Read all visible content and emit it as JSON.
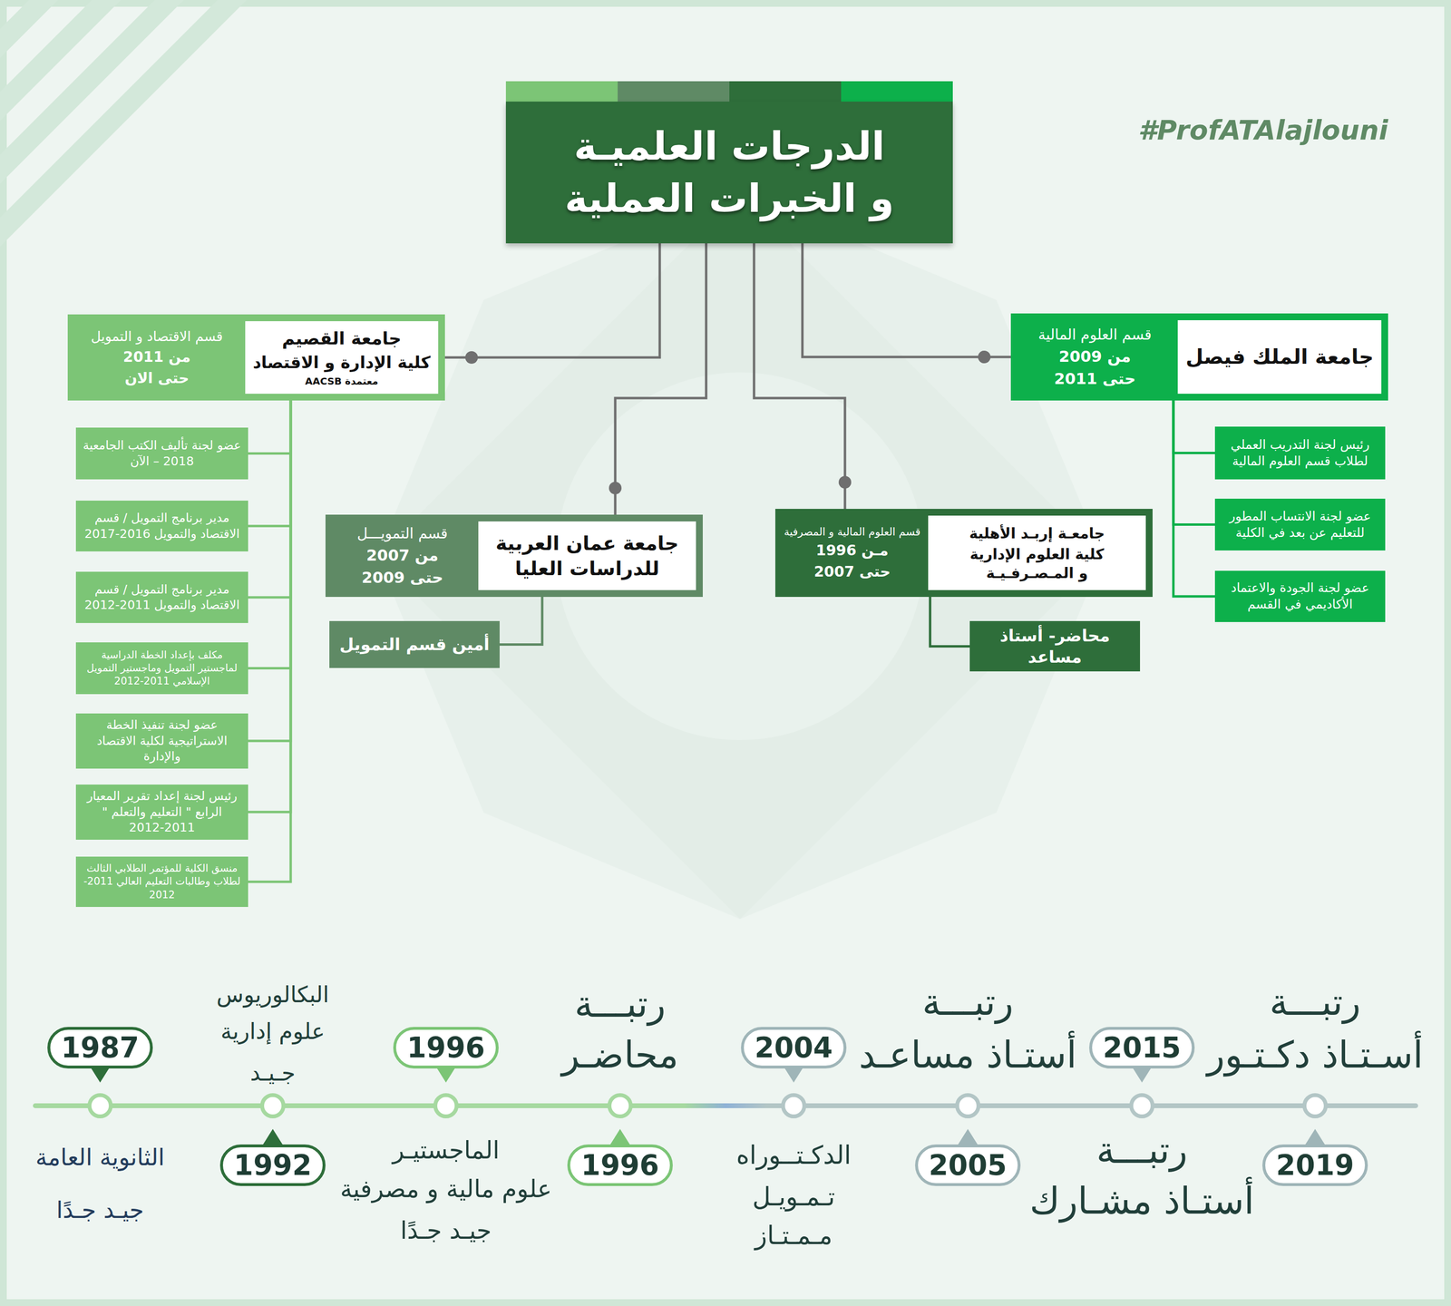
{
  "diagram": {
    "nodes": [
      {
        "text": [
          "الدرجات العلميـة و الخبرات العملية"
        ]
      },
      {
        "text": [
          "قسم العلوم المالية",
          "من 2009",
          "حتى 2011"
        ]
      },
      {
        "text": [
          "جامعة الملك فيصل"
        ],
        "in": 1
      },
      {
        "text": [
          "رئيس لجنة التدريب العملي لطلاب قسم العلوم المالية"
        ]
      },
      {
        "text": [
          "عضو لجنة الانتساب المطور للتعليم عن بعد في الكلية"
        ]
      },
      {
        "text": [
          "عضو لجنة الجودة والاعتماد الأكاديمي في القسم"
        ]
      },
      {
        "text": [
          "قسم العلوم المالية و المصرفية",
          "مـن 1996",
          "حتى 2007"
        ]
      },
      {
        "text": [
          "جامعـة إربـد الأهلية",
          "كلية العلوم الإدارية و المـصـرفـيـة"
        ],
        "in": 6
      },
      {
        "text": [
          "محاضر- أستاذ مساعد"
        ]
      },
      {
        "text": [
          "قسم التمويـــل",
          "من 2007",
          "حتى 2009"
        ]
      },
      {
        "text": [
          "جامعة عمان العربية للدراسات العليا"
        ],
        "in": 9
      },
      {
        "text": [
          "أمين قسم التمويل"
        ]
      },
      {
        "text": [
          "قسم الاقتصاد و التمويل",
          "من 2011",
          "حتى الان"
        ]
      },
      {
        "text": [
          "جامعة القصيم",
          "كلية الإدارة و الاقتصاد",
          "معتمدة AACSB"
        ],
        "in": 12
      },
      {
        "text": [
          "عضو لجنة تأليف الكتب الجامعية 2018 – الآن"
        ]
      },
      {
        "text": [
          "مدير برنامج التمويل / قسم الاقتصاد والتمويل 2016-2017"
        ]
      },
      {
        "text": [
          "مدير برنامج التمويل / قسم الاقتصاد والتمويل 2011-2012"
        ]
      },
      {
        "text": [
          "مكلف بإعداد الخطة الدراسية لماجستير التمويل وماجستير التمويل الإسلامي 2011-2012"
        ]
      },
      {
        "text": [
          "عضو لجنة تنفيذ الخطة الاستراتيجية لكلية الاقتصاد والإدارة"
        ]
      },
      {
        "text": [
          "رئيس لجنة إعداد تقرير المعيار الرابع \" التعليم والتعلم \" 2011-2012"
        ]
      },
      {
        "text": [
          "منسق الكلية للمؤتمر الطلابي الثالث لطلاب وطالبات التعليم العالي 2011-2012"
        ]
      },
      {
        "text": [
          "1987",
          "الثانوية العامة",
          "جيـد جـدًا"
        ]
      },
      {
        "text": [
          "1992",
          "البكالوريوس",
          "علوم إدارية",
          "جـيـد"
        ]
      },
      {
        "text": [
          "1996",
          "الماجستيـر",
          "علوم مالية و مصرفية",
          "جيـد جـدًا"
        ]
      },
      {
        "text": [
          "1996",
          "رتبـــة",
          "محاضـر"
        ]
      },
      {
        "text": [
          "2004",
          "الدكـتــوراه",
          "تـمـويـل",
          "مـمـتـاز"
        ]
      },
      {
        "text": [
          "2005",
          "رتبـــة",
          "أستـاذ مساعـد"
        ]
      },
      {
        "text": [
          "2015",
          "رتبـــة",
          "أستـاذ مشـارك"
        ]
      },
      {
        "text": [
          "2019",
          "رتبـــة",
          "أسـتـاذ دكـتـور"
        ]
      }
    ],
    "edges": [
      {
        "from": 0,
        "to": 12,
        "arrow": "none"
      },
      {
        "from": 0,
        "to": 9,
        "arrow": "none"
      },
      {
        "from": 0,
        "to": 6,
        "arrow": "none"
      },
      {
        "from": 0,
        "to": 1,
        "arrow": "none"
      },
      {
        "from": 1,
        "to": 3,
        "arrow": "none"
      },
      {
        "from": 1,
        "to": 4,
        "arrow": "none"
      },
      {
        "from": 1,
        "to": 5,
        "arrow": "none"
      },
      {
        "from": 6,
        "to": 8,
        "arrow": "none"
      },
      {
        "from": 9,
        "to": 11,
        "arrow": "none"
      },
      {
        "from": 12,
        "to": 14,
        "arrow": "none"
      },
      {
        "from": 12,
        "to": 15,
        "arrow": "none"
      },
      {
        "from": 12,
        "to": 16,
        "arrow": "none"
      },
      {
        "from": 12,
        "to": 17,
        "arrow": "none"
      },
      {
        "from": 12,
        "to": 18,
        "arrow": "none"
      },
      {
        "from": 12,
        "to": 19,
        "arrow": "none"
      },
      {
        "from": 12,
        "to": 20,
        "arrow": "none"
      }
    ],
    "labels": [
      "#ProfATAlajlouni"
    ]
  }
}
